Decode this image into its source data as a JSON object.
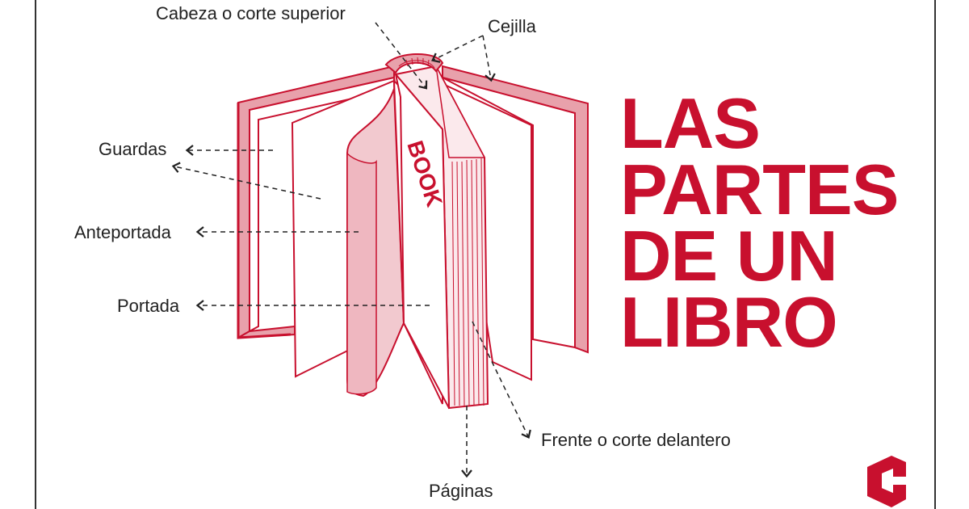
{
  "title": {
    "lines": [
      "LAS",
      "PARTES",
      "DE UN",
      "LIBRO"
    ]
  },
  "labels": {
    "cabeza": "Cabeza o corte superior",
    "cejilla": "Cejilla",
    "guardas": "Guardas",
    "anteportada": "Anteportada",
    "portada": "Portada",
    "frente": "Frente o corte delantero",
    "paginas": "Páginas"
  },
  "book_spine_text": "BOOK",
  "colors": {
    "accent": "#c8102e",
    "light_accent": "#f2c9cf",
    "text": "#222222"
  },
  "icons": {
    "logo": "red-c-brand-logo"
  }
}
